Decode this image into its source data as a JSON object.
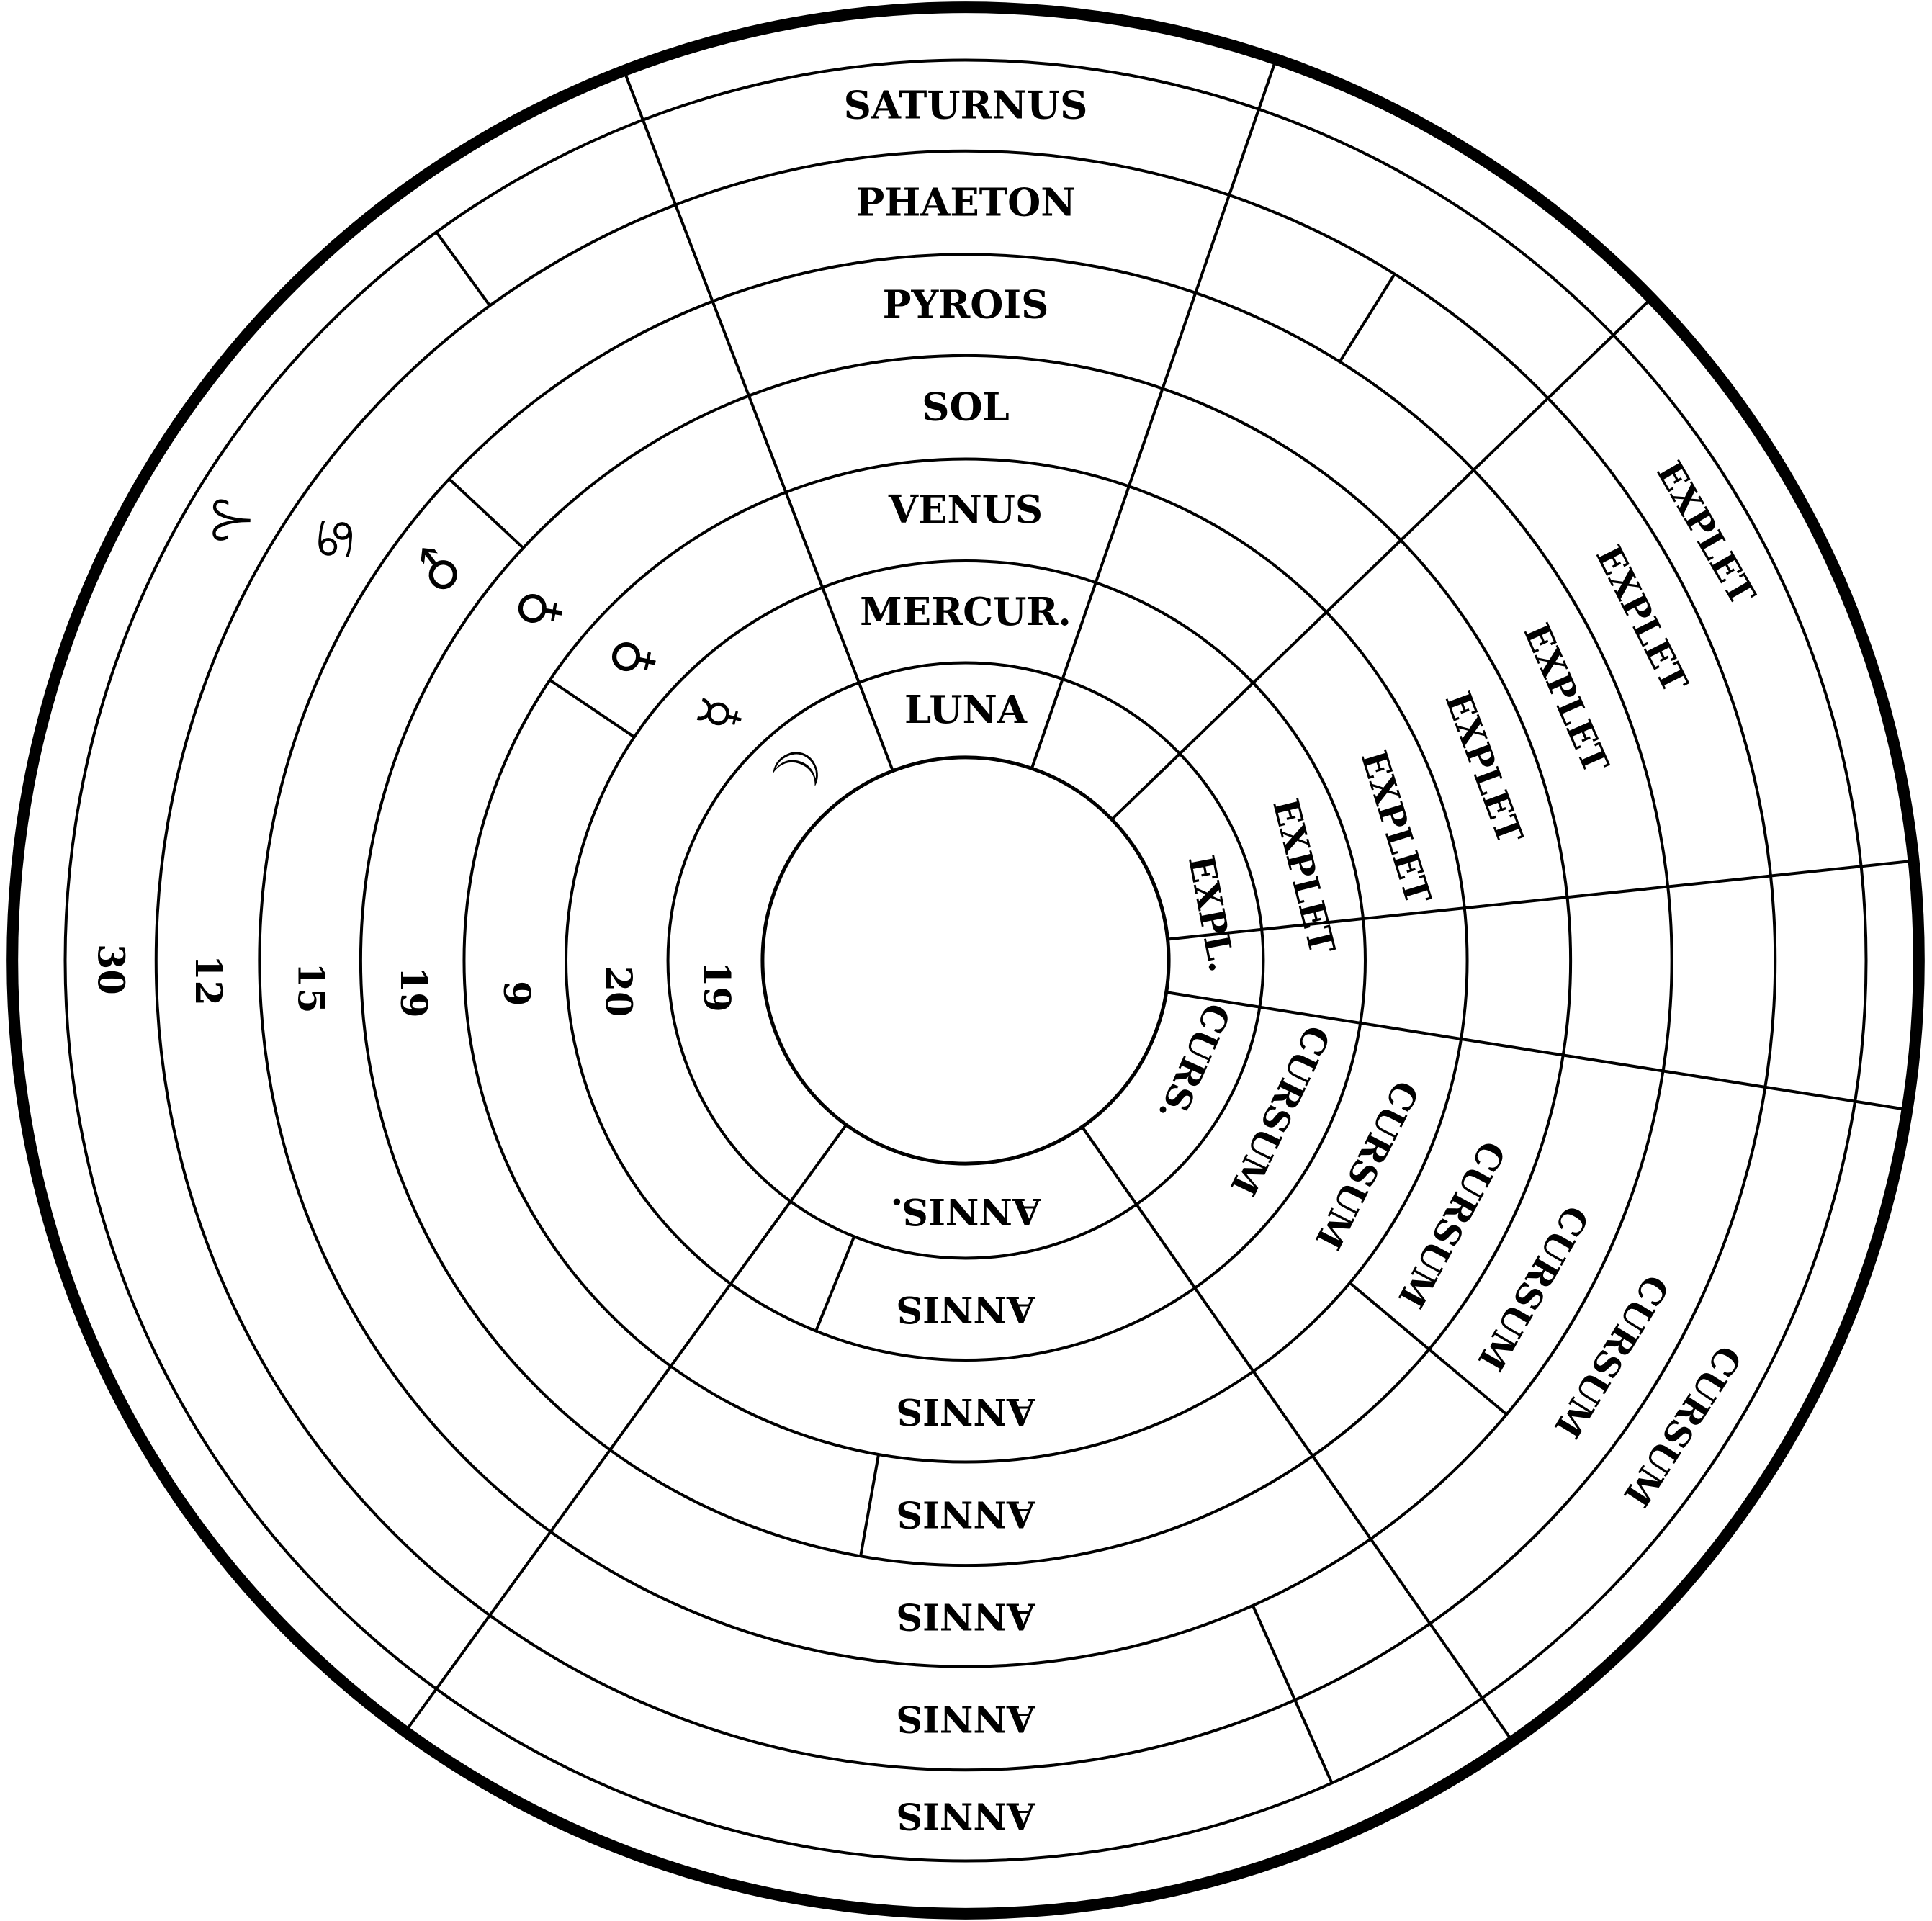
{
  "diagram": {
    "planets": [
      "SATURNUS",
      "PHAETON",
      "PYROIS",
      "SOL",
      "VENUS",
      "MERCUR.",
      "LUNA"
    ],
    "explet": [
      "EXPLET",
      "EXPLET",
      "EXPLET",
      "EXPLET",
      "EXPLET",
      "EXPLET",
      "EXPL."
    ],
    "cursum": [
      "CURSUM",
      "CURSUM",
      "CURSUM",
      "CURSUM",
      "CURSUM",
      "CURSUM",
      "CURS."
    ],
    "annis": [
      "ANNIS",
      "ANNIS",
      "ANNIS",
      "ANNIS",
      "ANNIS",
      "ANNIS",
      "ANNIS."
    ],
    "years": [
      "30",
      "12",
      "15",
      "19",
      "9",
      "20",
      "19"
    ],
    "symbols": [
      "♈",
      "♋",
      "♂",
      "♀",
      "♀",
      "☿",
      "☽"
    ],
    "symbol_names": [
      "aries-symbol",
      "cancer-symbol",
      "mars-symbol",
      "venus-symbol",
      "venus-symbol-2",
      "mercury-symbol",
      "moon-crescent-symbol"
    ]
  }
}
